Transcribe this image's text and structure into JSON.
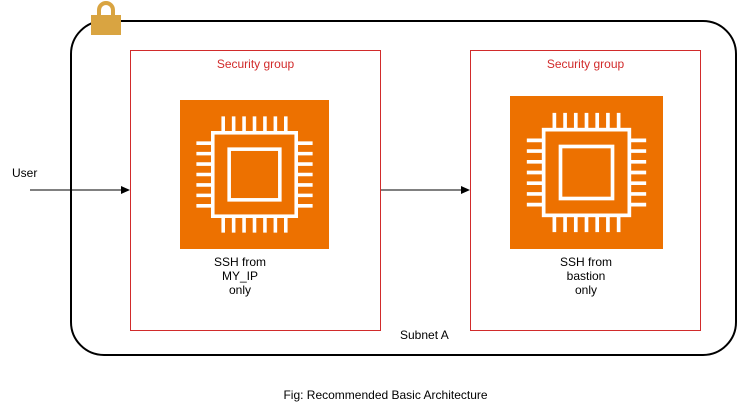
{
  "diagram": {
    "user_label": "User",
    "subnet_label": "Subnet A",
    "caption": "Fig: Recommended Basic Architecture",
    "security_groups": [
      {
        "label": "Security group",
        "note_lines": [
          "SSH from",
          "MY_IP",
          "only"
        ]
      },
      {
        "label": "Security group",
        "note_lines": [
          "SSH from",
          "bastion",
          "only"
        ]
      }
    ],
    "icons": {
      "lock": "lock-icon",
      "instance": "ec2-instance-chip-icon"
    },
    "colors": {
      "instance_fill": "#ed7100",
      "security_group_border": "#d12b2b",
      "lock_fill": "#d9a441"
    }
  }
}
